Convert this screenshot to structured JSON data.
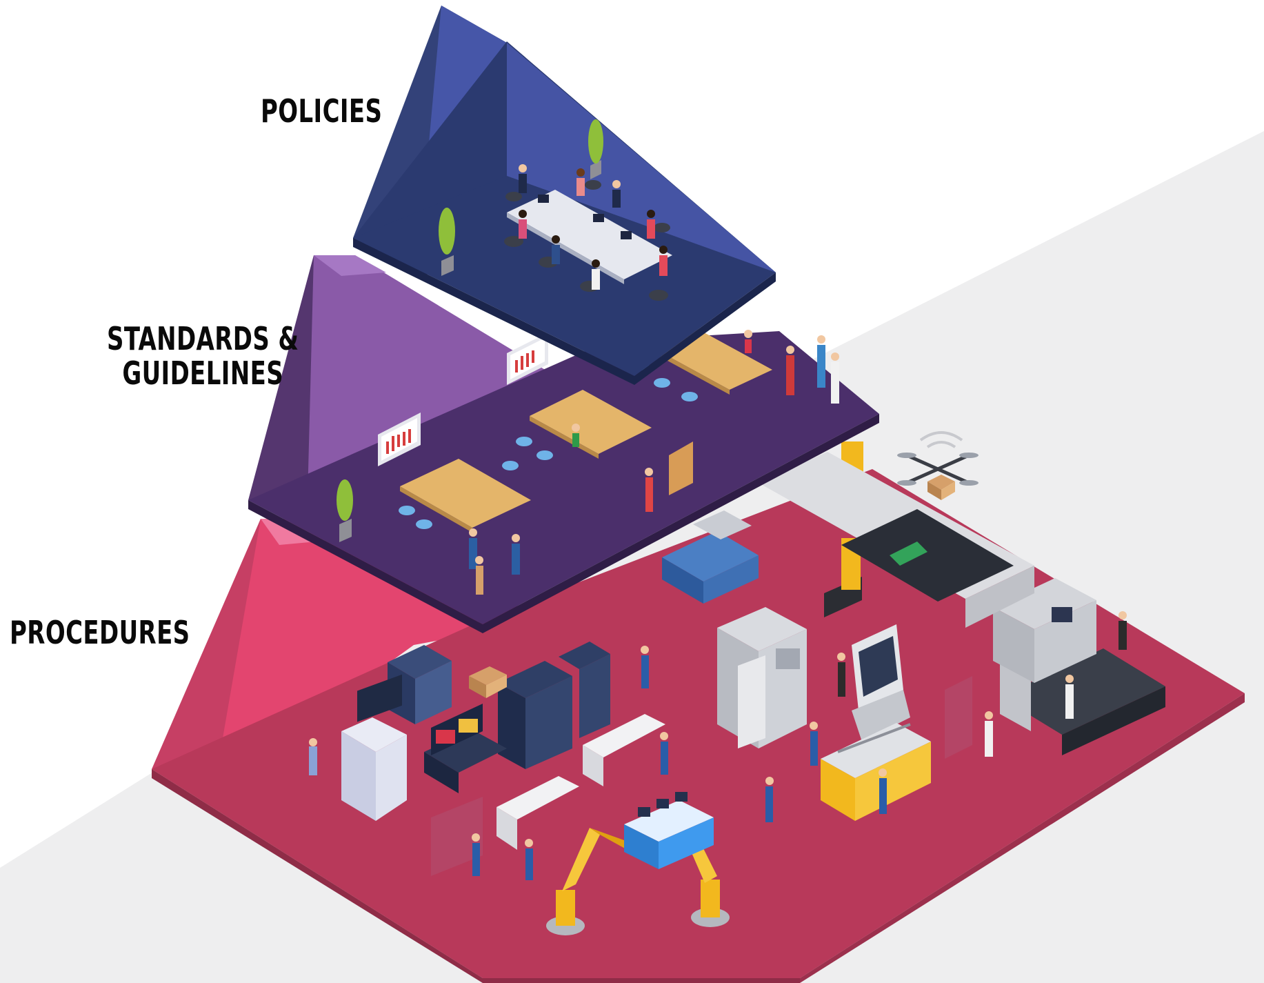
{
  "tiers": [
    {
      "key": "policies",
      "label": "POLICIES",
      "scene": "executive boardroom meeting",
      "color_top": "#2b3a70",
      "color_side_left": "#334279",
      "color_side_right": "#4656a8"
    },
    {
      "key": "standards",
      "label_lines": [
        "STANDARDS &",
        "GUIDELINES"
      ],
      "scene": "office team collaboration",
      "color_top": "#4b2f6b",
      "color_side_left": "#55366f",
      "color_side_right": "#8a5aa8"
    },
    {
      "key": "procedures",
      "label": "PROCEDURES",
      "scene": "factory floor operations",
      "color_top": "#b8395a",
      "color_side_left": "#c63f64",
      "color_side_right": "#e3456f"
    }
  ],
  "background": {
    "color": "#ffffff",
    "shadow_band": "#eeeeef"
  },
  "icons": [
    "drone-icon",
    "robot-arm-icon",
    "server-rack-icon",
    "conveyor-icon",
    "plant-icon",
    "chart-screen-icon"
  ]
}
